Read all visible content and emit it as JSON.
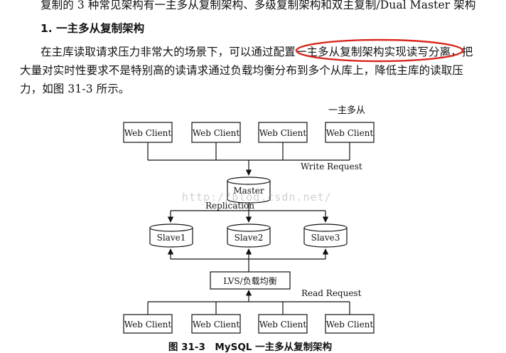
{
  "text": {
    "intro_line": "复制的 3 种常见架构有一主多从复制架构、多级复制架构和双主复制/Dual Master 架构",
    "section_title": "1. 一主多从复制架构",
    "para_line1_prefix": "在主库读取请求压力非常大的场景下，可以通过配置",
    "para_line1_highlight": "一主多从复制架构实现读写分离",
    "para_line1_suffix": "，把",
    "para_line2": "大量对实时性要求不是特别高的读请求通过负载均衡分布到多个从库上，降低主库的读取压",
    "para_line3": "力，如图 31-3 所示。"
  },
  "diagram": {
    "corner_label": "一主多从",
    "write_request_label": "Write Request",
    "replication_label": "Replication",
    "read_request_label": "Read Request",
    "master_label": "Master",
    "lvs_label": "LVS/负载均衡",
    "top_clients": [
      "Web Client",
      "Web Client",
      "Web Client",
      "Web Client"
    ],
    "slaves": [
      "Slave1",
      "Slave2",
      "Slave3"
    ],
    "bottom_clients": [
      "Web Client",
      "Web Client",
      "Web Client",
      "Web Client"
    ],
    "caption": "图 31-3　MySQL 一主多从复制架构"
  },
  "watermark": "http://blog.csdn.net/",
  "colors": {
    "highlight_ellipse": "#d9281e",
    "ink": "#111111"
  }
}
